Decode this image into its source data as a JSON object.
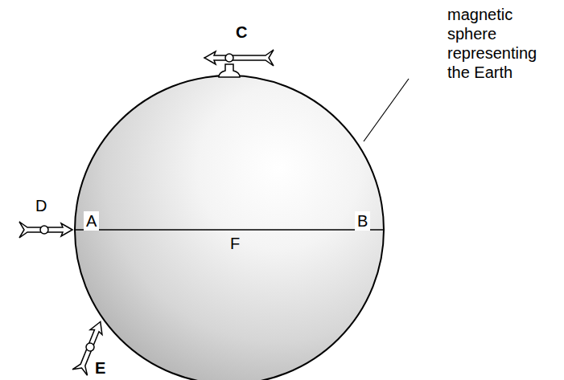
{
  "diagram": {
    "labels": [
      "magnetic sphere representing the Earth",
      "C",
      "D",
      "A",
      "B",
      "F",
      "E"
    ]
  }
}
